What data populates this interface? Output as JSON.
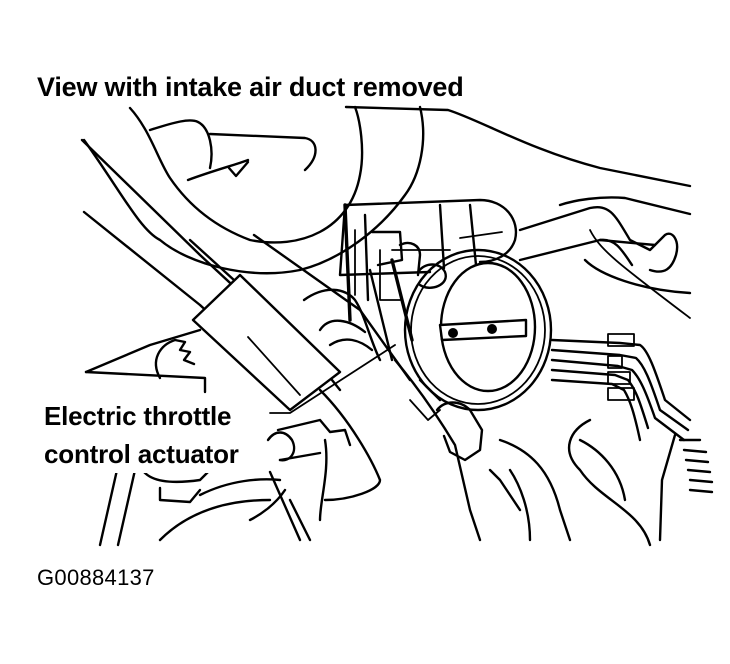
{
  "figure": {
    "title": "View with intake air duct removed",
    "callouts": [
      {
        "id": "electric-throttle-control-actuator",
        "lines": [
          "Electric throttle",
          "control actuator"
        ]
      }
    ],
    "figure_id": "G00884137"
  },
  "colors": {
    "ink": "#000000",
    "background": "#ffffff"
  }
}
